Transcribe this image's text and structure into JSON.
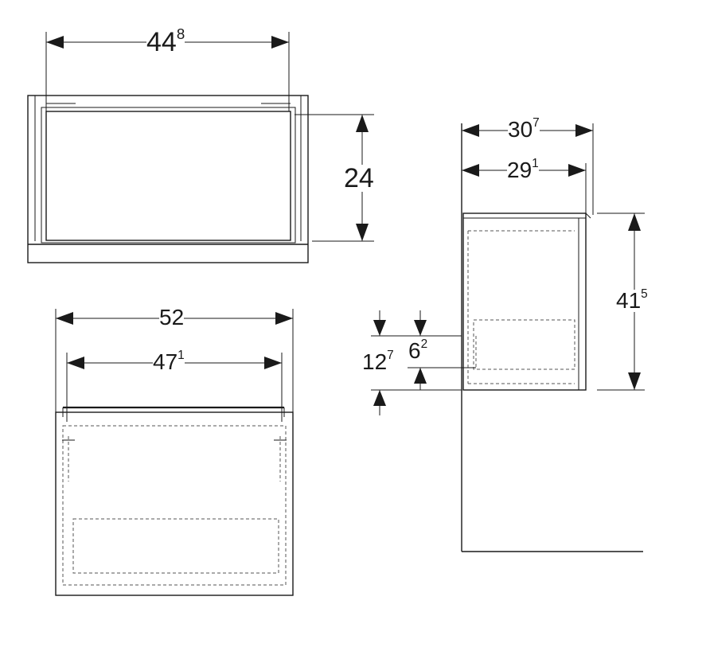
{
  "dimensions": {
    "top_width": {
      "main": "44",
      "sup": "8"
    },
    "top_height": {
      "main": "24",
      "sup": ""
    },
    "front_width": {
      "main": "52",
      "sup": ""
    },
    "front_inner_width": {
      "main": "47",
      "sup": "1"
    },
    "side_depth": {
      "main": "30",
      "sup": "7"
    },
    "side_depth_inner": {
      "main": "29",
      "sup": "1"
    },
    "side_height": {
      "main": "41",
      "sup": "5"
    },
    "side_offset_a": {
      "main": "12",
      "sup": "7"
    },
    "side_offset_b": {
      "main": "6",
      "sup": "2"
    }
  }
}
